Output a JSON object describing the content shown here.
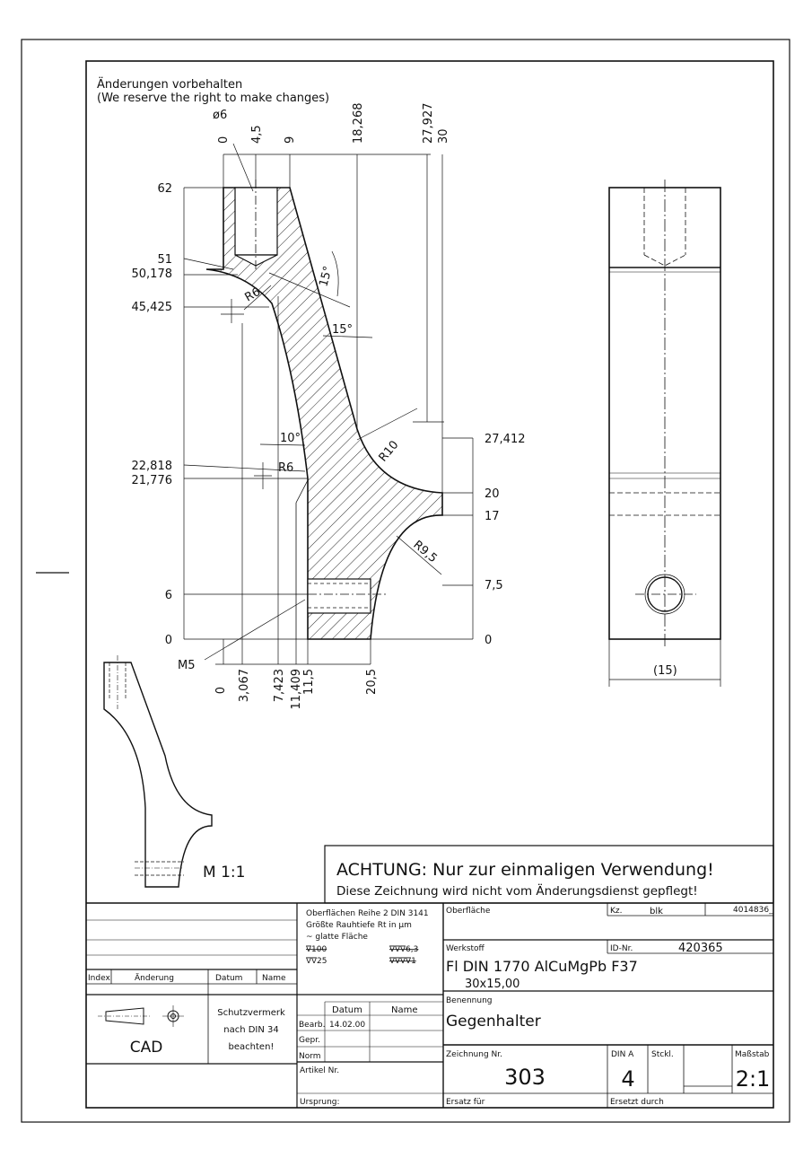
{
  "header": {
    "note_de": "Änderungen vorbehalten",
    "note_en": "(We reserve the right to make changes)"
  },
  "dims": {
    "top": [
      "0",
      "4,5",
      "9",
      "18,268",
      "27,927",
      "30"
    ],
    "bottom": [
      "0",
      "3,067",
      "7,423",
      "11,409",
      "11,5",
      "20,5"
    ],
    "left": [
      "62",
      "51",
      "50,178",
      "45,425",
      "22,818",
      "21,776",
      "6",
      "0"
    ],
    "right": [
      "27,412",
      "20",
      "17",
      "7,5",
      "0"
    ],
    "labels": {
      "dia": "ø6",
      "r6a": "R6",
      "r6b": "R6",
      "r10": "R10",
      "r95": "R9,5",
      "a15a": "15°",
      "a15b": "15°",
      "a10": "10°",
      "m5": "M5",
      "w15": "(15)"
    }
  },
  "scale_small": "M 1:1",
  "warning": {
    "line1": "ACHTUNG:  Nur zur einmaligen Verwendung!",
    "line2": "Diese Zeichnung wird nicht vom Änderungsdienst gepflegt!"
  },
  "title_block": {
    "revision_headers": [
      "Index",
      "Änderung",
      "Datum",
      "Name"
    ],
    "cad": "CAD",
    "protection": [
      "Schutzvermerk",
      "nach DIN 34",
      "beachten!"
    ],
    "surface_note": [
      "Oberflächen Reihe 2 DIN 3141",
      "Größte Rauhtiefe Rt in µm",
      "~ glatte Fläche"
    ],
    "surface_symbols": [
      "∇100",
      "∇∇∇6,3",
      "∇∇25",
      "∇∇∇∇1"
    ],
    "oberflaeche_label": "Oberfläche",
    "kz_label": "Kz.",
    "kz_value": "blk",
    "kz_code": "4014836_",
    "werkstoff_label": "Werkstoff",
    "id_label": "ID-Nr.",
    "id_value": "420365",
    "material": "Fl   DIN 1770  AlCuMgPb  F37",
    "material_size": "30x15,00",
    "benennung_label": "Benennung",
    "name": "Gegenhalter",
    "datum_header": "Datum",
    "name_header": "Name",
    "row_labels": [
      "Bearb.",
      "Gepr.",
      "Norm"
    ],
    "bearb_date": "14.02.00",
    "artikel_label": "Artikel Nr.",
    "ursprung_label": "Ursprung:",
    "zeichnung_label": "Zeichnung Nr.",
    "zeichnung_value": "303",
    "din_label": "DIN A",
    "din_value": "4",
    "stckl_label": "Stckl.",
    "massstab_label": "Maßstab",
    "massstab_value": "2:1",
    "ersatz_fuer": "Ersatz für",
    "ersetzt_durch": "Ersetzt durch"
  }
}
